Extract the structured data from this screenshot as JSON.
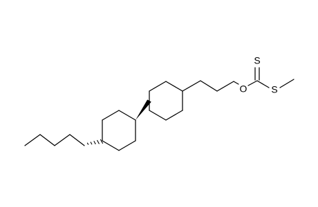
{
  "molecule": {
    "atoms": {
      "oxygen": "O",
      "thione_sulfur": "S",
      "thioether_sulfur": "S"
    },
    "colors": {
      "bond": "#000000",
      "background": "#ffffff"
    }
  }
}
